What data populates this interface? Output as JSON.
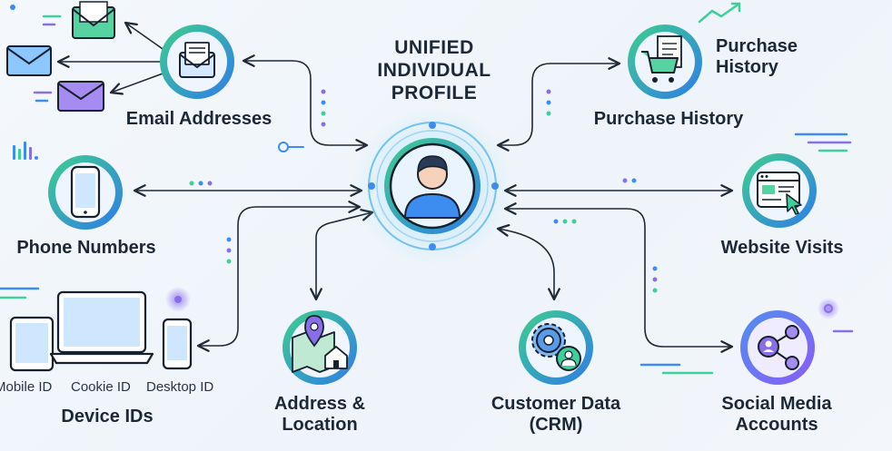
{
  "title": {
    "line1": "UNIFIED",
    "line2": "INDIVIDUAL",
    "line3": "PROFILE"
  },
  "nodes": {
    "email": {
      "label": "Email Addresses"
    },
    "phone": {
      "label": "Phone Numbers"
    },
    "device": {
      "label": "Device IDs",
      "sub_labels": [
        "Mobile ID",
        "Cookie ID",
        "Desktop ID"
      ]
    },
    "address": {
      "line1": "Address &",
      "line2": "Location"
    },
    "crm": {
      "line1": "Customer Data",
      "line2": "(CRM)"
    },
    "social": {
      "line1": "Social Media",
      "line2": "Accounts"
    },
    "website": {
      "label": "Website Visits"
    },
    "purchase": {
      "label": "Purchase History",
      "callout_line1": "Purchase",
      "callout_line2": "History"
    }
  },
  "colors": {
    "line": "#1f2a36",
    "icon_gradient_start": "#3ecf8e",
    "icon_gradient_end": "#2f7bea",
    "social_gradient_start": "#4f8ff0",
    "social_gradient_end": "#8b5cf6",
    "accent_purple": "#8a6ee8",
    "accent_blue": "#3d8df0",
    "accent_green": "#3fcf9a"
  }
}
